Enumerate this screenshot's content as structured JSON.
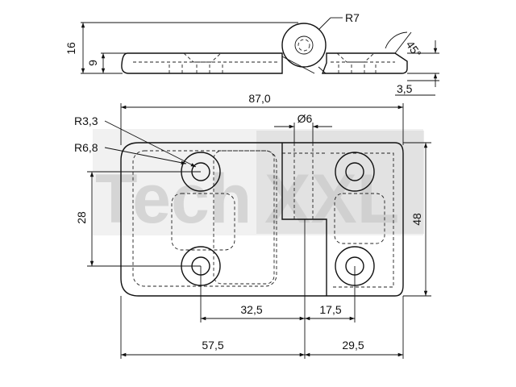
{
  "watermark": {
    "part_a": "Tech",
    "part_b": "XXL"
  },
  "side_view": {
    "height_total": "16",
    "height_leaf": "9",
    "knuckle_radius": "R7",
    "chamfer_angle": "45°",
    "offset": "3,5"
  },
  "front_view": {
    "width_total": "87,0",
    "pin_diameter": "Ø6",
    "hole_radius_small": "R3,3",
    "hole_radius_large": "R6,8",
    "hole_spacing_vertical": "28",
    "height_total": "48",
    "hole_spacing_left": "32,5",
    "hole_spacing_right": "17,5",
    "leaf_left_width": "57,5",
    "leaf_right_width": "29,5"
  }
}
